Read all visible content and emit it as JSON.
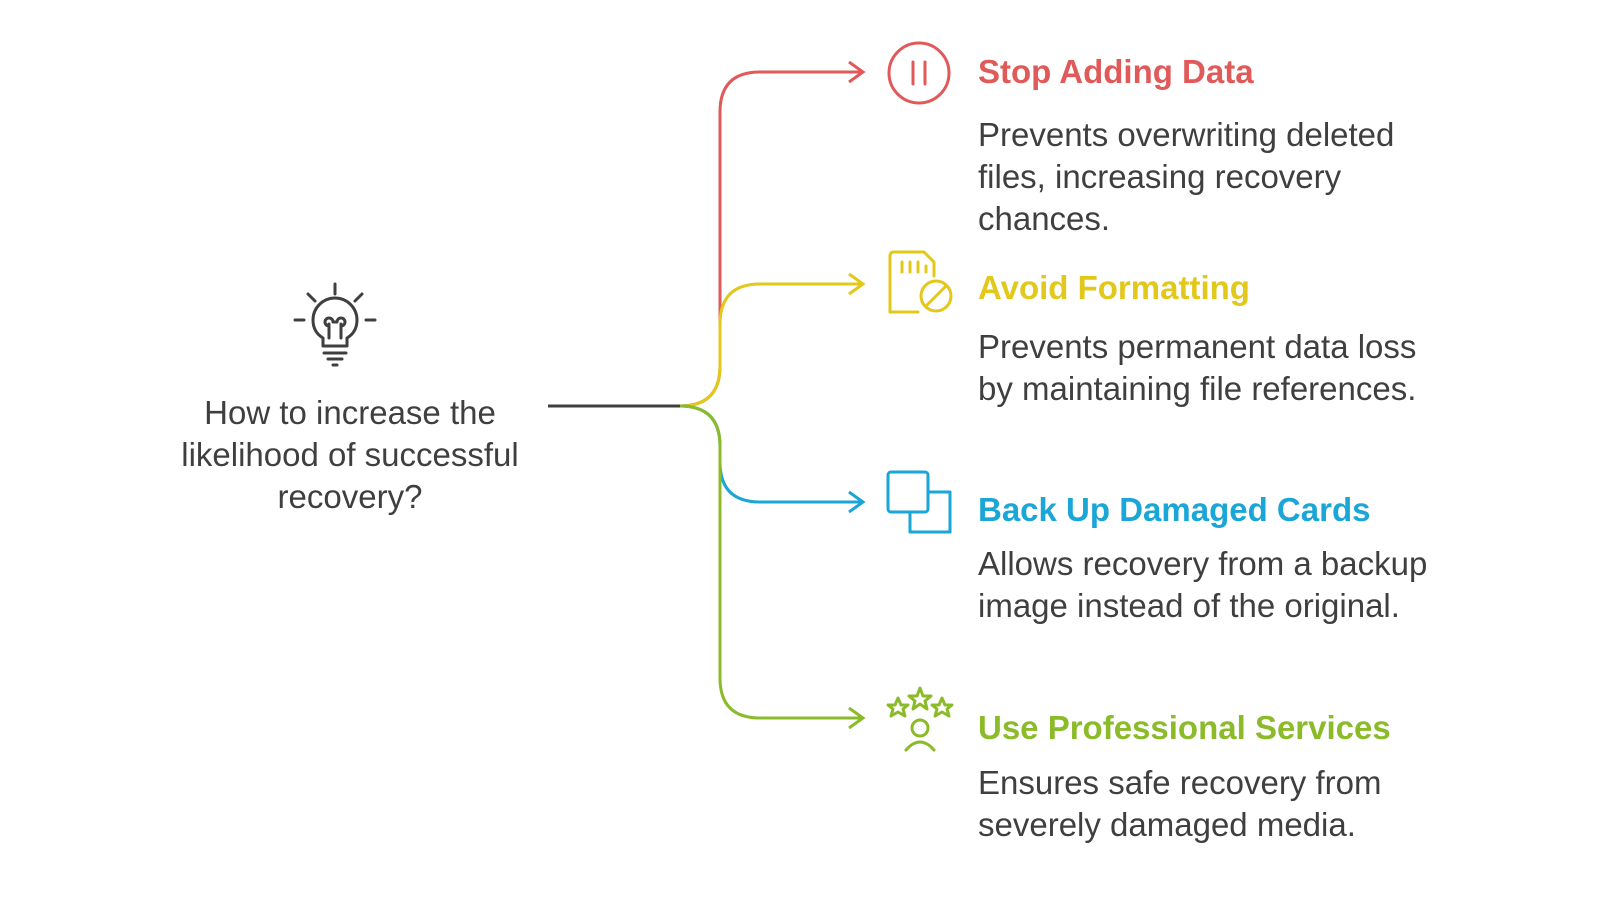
{
  "question": "How to increase the likelihood of successful recovery?",
  "items": [
    {
      "title": "Stop Adding Data",
      "description": "Prevents overwriting deleted files, increasing recovery chances.",
      "color": "#e05a5a",
      "icon": "pause-icon"
    },
    {
      "title": "Avoid Formatting",
      "description": "Prevents permanent data loss by maintaining file references.",
      "color": "#e2c81b",
      "icon": "sd-card-blocked-icon"
    },
    {
      "title": "Back Up Damaged Cards",
      "description": "Allows recovery from a backup image instead of the original.",
      "color": "#1aa6d6",
      "icon": "copy-squares-icon"
    },
    {
      "title": "Use Professional Services",
      "description": "Ensures safe recovery from severely damaged media.",
      "color": "#8cbb2a",
      "icon": "rated-person-icon"
    }
  ],
  "central_icon": "lightbulb-icon",
  "line_color": "#3f3f3f"
}
